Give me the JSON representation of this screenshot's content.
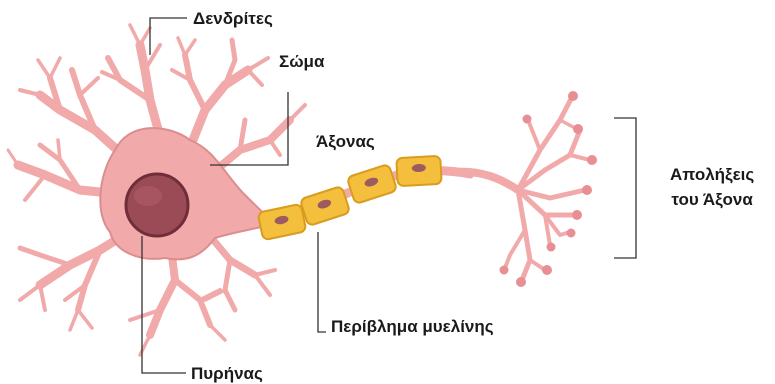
{
  "labels": {
    "dendrites": "Δενδρίτες",
    "soma": "Σώμα",
    "axon": "Άξονας",
    "myelin_sheath": "Περίβλημα μυελίνης",
    "nucleus": "Πυρήνας",
    "axon_terminals_line1": "Απολήξεις",
    "axon_terminals_line2": "του Άξονα"
  },
  "colors": {
    "cell_body": "#f1a9a9",
    "cell_outline": "#dc8e8e",
    "nucleus": "#9a4b55",
    "nucleus_dark": "#6f2e3a",
    "myelin": "#f4bf3c",
    "myelin_outline": "#d99c1f",
    "myelin_nucleus": "#9b5b61",
    "leader_line": "#333333"
  }
}
